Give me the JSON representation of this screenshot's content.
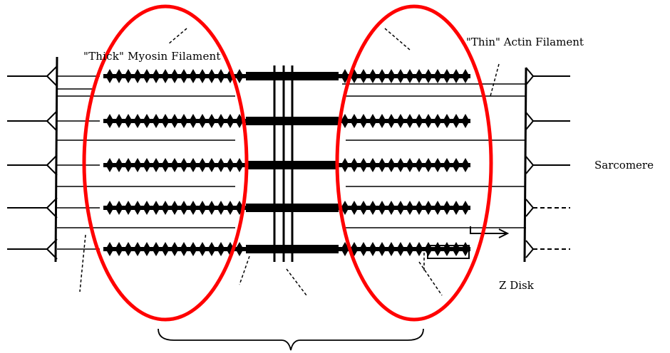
{
  "labels": {
    "thick_filament": "\"Thick\" Myosin Filament",
    "thin_filament": "\"Thin\" Actin Filament",
    "sarcomere": "Sarcomere",
    "z_disk": "Z Disk"
  },
  "colors": {
    "line": "#000000",
    "highlight": "#ff0000",
    "background": "#ffffff"
  }
}
